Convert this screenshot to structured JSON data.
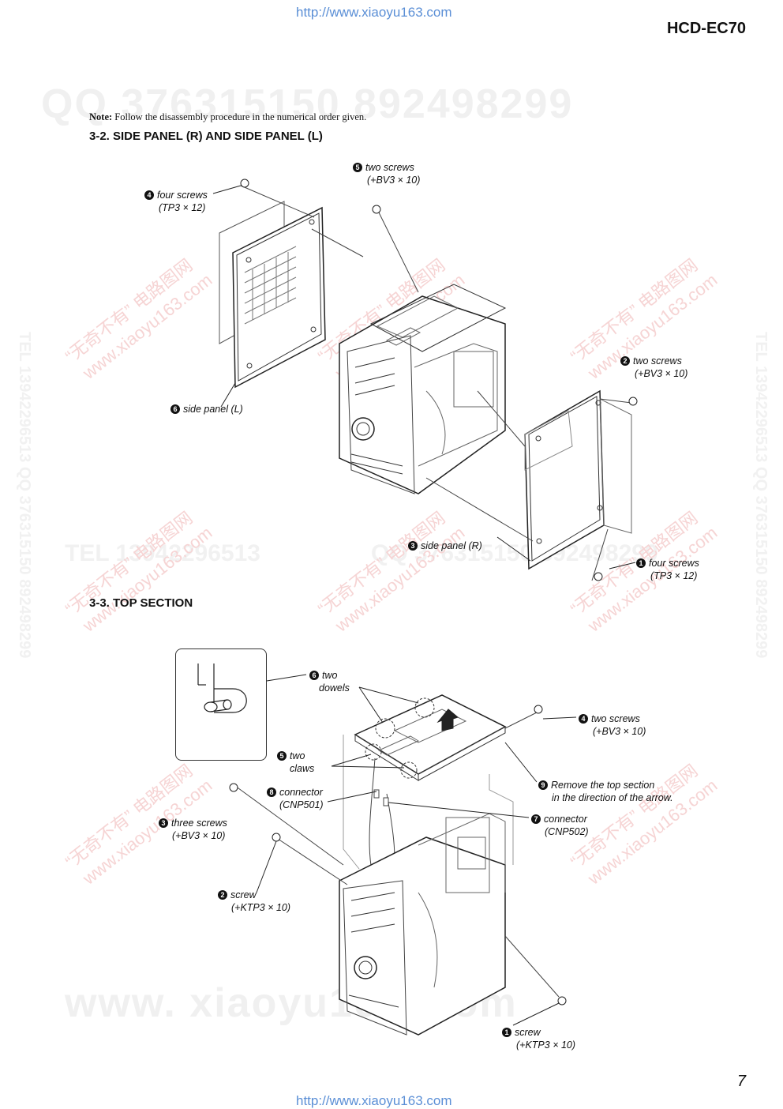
{
  "header": {
    "url_top": "http://www.xiaoyu163.com",
    "model": "HCD-EC70"
  },
  "watermarks": {
    "qq_line": "QQ 376315150    892498299",
    "tel_line": "TEL 13942296513",
    "qq_line2": "QQ 376315150  892498299",
    "www_line": "www. xiaoyu163. com",
    "red_cn": "“无奇不有” 电路图网",
    "red_www": "www.xiaoyu163.com",
    "vert_left": "TEL 13942296513  QQ 376315150  892498299",
    "vert_right": "TEL 13942296513  QQ 376315150  892498299"
  },
  "note": {
    "label": "Note:",
    "text": "Follow the disassembly procedure in the numerical order given."
  },
  "section_side": {
    "title": "3-2.   SIDE PANEL (R) AND SIDE PANEL (L)",
    "callouts": [
      {
        "num": "4",
        "line1": "four screws",
        "line2": "(TP3 × 12)"
      },
      {
        "num": "5",
        "line1": "two screws",
        "line2": "(+BV3 × 10)"
      },
      {
        "num": "2",
        "line1": "two screws",
        "line2": "(+BV3 × 10)"
      },
      {
        "num": "6",
        "line1": "side panel (L)",
        "line2": ""
      },
      {
        "num": "3",
        "line1": "side panel (R)",
        "line2": ""
      },
      {
        "num": "1",
        "line1": "four screws",
        "line2": "(TP3 × 12)"
      }
    ]
  },
  "section_top": {
    "title": "3-3.   TOP SECTION",
    "callouts": [
      {
        "num": "6",
        "line1": "two",
        "line2": "dowels"
      },
      {
        "num": "4",
        "line1": "two screws",
        "line2": "(+BV3 × 10)"
      },
      {
        "num": "5",
        "line1": "two",
        "line2": "claws"
      },
      {
        "num": "8",
        "line1": "connector",
        "line2": "(CNP501)"
      },
      {
        "num": "9",
        "line1": "Remove the top section",
        "line2": "in the direction of the arrow."
      },
      {
        "num": "7",
        "line1": "connector",
        "line2": "(CNP502)"
      },
      {
        "num": "3",
        "line1": "three screws",
        "line2": "(+BV3 × 10)"
      },
      {
        "num": "2",
        "line1": "screw",
        "line2": "(+KTP3 × 10)"
      },
      {
        "num": "1",
        "line1": "screw",
        "line2": "(+KTP3 × 10)"
      }
    ]
  },
  "footer": {
    "page_number": "7",
    "url_bottom": "http://www.xiaoyu163.com"
  },
  "glyph_numbers": {
    "1": "❶",
    "2": "❷",
    "3": "❸",
    "4": "❹",
    "5": "❺",
    "6": "❻",
    "7": "❼",
    "8": "❽",
    "9": "❾"
  }
}
